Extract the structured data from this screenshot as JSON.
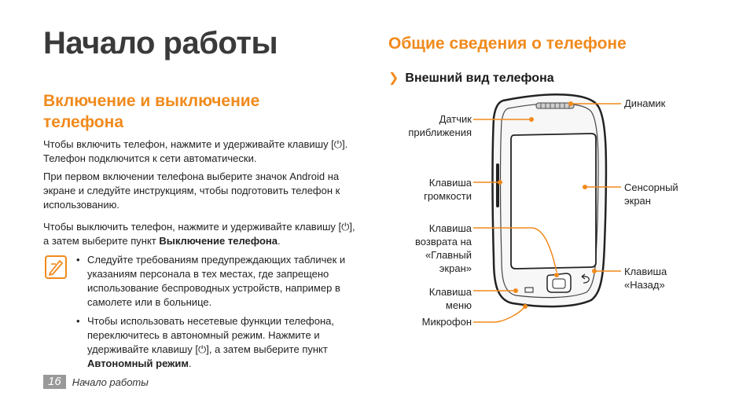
{
  "page": {
    "title": "Начало работы",
    "section_left_title": "Включение и выключение телефона",
    "section_right_title": "Общие сведения о телефоне",
    "subsection_title": "Внешний вид телефона",
    "subsection_chevron": "❯"
  },
  "paragraphs": {
    "p1": "Чтобы включить телефон, нажмите и удерживайте клавишу [⏻]. Телефон подключится к сети автоматически.",
    "p2": "При первом включении телефона выберите значок Android на экране и следуйте инструкциям, чтобы подготовить телефон к использованию.",
    "p3_start": "Чтобы выключить телефон, нажмите и удерживайте клавишу [⏻], а затем выберите пункт ",
    "p3_bold": "Выключение телефона",
    "p3_end": "."
  },
  "notes": {
    "bullet_char": "•",
    "item1": "Следуйте требованиям предупреждающих табличек и указаниям персонала в тех местах, где запрещено использование беспроводных устройств, например в самолете или в больнице.",
    "item2_start": "Чтобы использовать несетевые функции телефона, переключитесь в автономный режим. Нажмите и удерживайте клавишу [⏻], а затем выберите пункт ",
    "item2_bold": "Автономный режим",
    "item2_end": "."
  },
  "footer": {
    "page_number": "16",
    "section_name": "Начало работы"
  },
  "diagram_labels": {
    "proximity_sensor": "Датчик\nприближения",
    "volume_key": "Клавиша\nгромкости",
    "home_key": "Клавиша\nвозврата на\n«Главный\nэкран»",
    "menu_key": "Клавиша\nменю",
    "microphone": "Микрофон",
    "speaker": "Динамик",
    "touch_screen": "Сенсорный\nэкран",
    "back_key": "Клавиша\n«Назад»"
  },
  "colors": {
    "accent": "#f08a1c",
    "heading": "#3a3a3a",
    "footer_badge": "#999999"
  },
  "icons": {
    "note": "note-pencil-icon",
    "chevron": "chevron-right-icon"
  }
}
